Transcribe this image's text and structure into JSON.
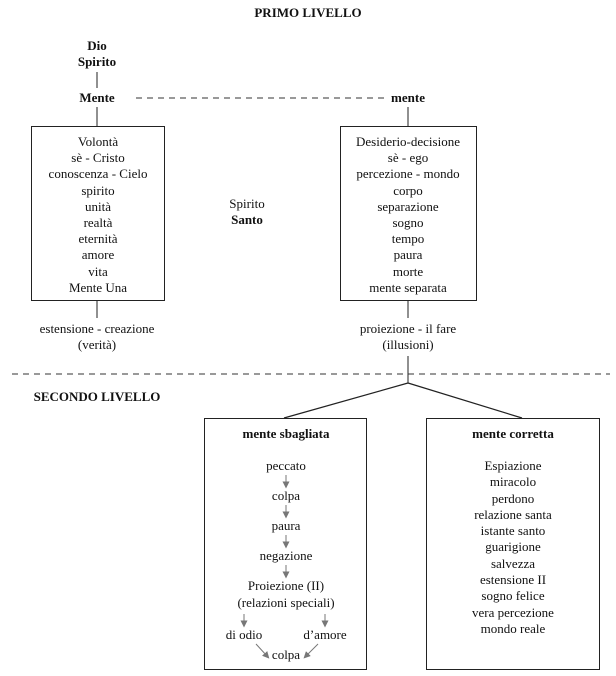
{
  "level1": {
    "title": "PRIMO LIVELLO",
    "left": {
      "top1": "Dio",
      "top2": "Spirito",
      "mind": "Mente",
      "items": [
        "Volontà",
        "sè - Cristo",
        "conoscenza - Cielo",
        "spirito",
        "unità",
        "realtà",
        "eternità",
        "amore",
        "vita",
        "Mente Una"
      ],
      "out1": "estensione - creazione",
      "out2": "(verità)"
    },
    "center": {
      "line1": "Spirito",
      "line2": "Santo"
    },
    "right": {
      "mind": "mente",
      "items": [
        "Desiderio-decisione",
        "sè - ego",
        "percezione - mondo",
        "corpo",
        "separazione",
        "sogno",
        "tempo",
        "paura",
        "morte",
        "mente separata"
      ],
      "out1": "proiezione - il fare",
      "out2": "(illusioni)"
    }
  },
  "level2": {
    "title": "SECONDO LIVELLO",
    "wrong": {
      "title": "mente sbagliata",
      "steps": [
        "peccato",
        "colpa",
        "paura",
        "negazione"
      ],
      "projection1": "Proiezione (II)",
      "projection2": "(relazioni speciali)",
      "hate": "di odio",
      "love": "d’amore",
      "final": "colpa"
    },
    "right": {
      "title": "mente corretta",
      "items": [
        "Espiazione",
        "miracolo",
        "perdono",
        "relazione santa",
        "istante santo",
        "guarigione",
        "salvezza",
        "estensione II",
        "sogno felice",
        "vera percezione",
        "mondo reale"
      ]
    }
  }
}
